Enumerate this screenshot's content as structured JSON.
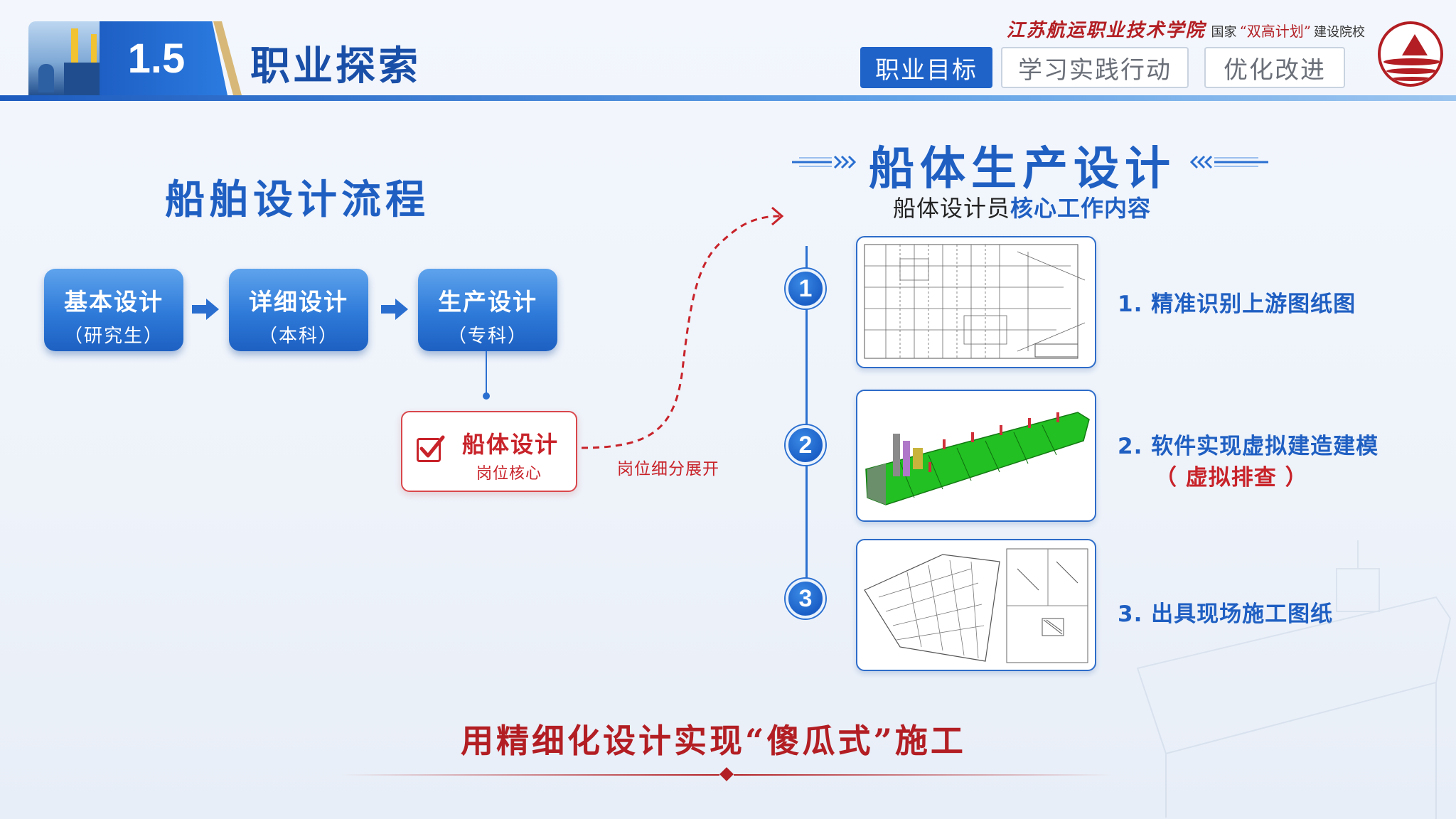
{
  "header": {
    "section_number": "1.5",
    "title": "职业探索",
    "school_name": "江苏航运职业技术学院",
    "school_tag_prefix": "国家",
    "school_tag_program": "“双高计划”",
    "school_tag_suffix": "建设院校",
    "tabs": [
      {
        "label": "职业目标",
        "active": true
      },
      {
        "label": "学习实践行动",
        "active": false
      },
      {
        "label": "优化改进",
        "active": false
      }
    ]
  },
  "flow": {
    "title": "船舶设计流程",
    "steps": [
      {
        "name": "基本设计",
        "level": "（研究生）"
      },
      {
        "name": "详细设计",
        "level": "（本科）"
      },
      {
        "name": "生产设计",
        "level": "（专科）"
      }
    ],
    "core": {
      "title": "船体设计",
      "subtitle": "岗位核心"
    },
    "expand_label": "岗位细分展开"
  },
  "detail": {
    "title": "船体生产设计",
    "subtitle_prefix": "船体设计员",
    "subtitle_emphasis": "核心工作内容",
    "items": [
      {
        "number": "1",
        "text": "1. 精准识别上游图纸图"
      },
      {
        "number": "2",
        "text": "2. 软件实现虚拟建造建模",
        "note": "（ 虚拟排查 ）"
      },
      {
        "number": "3",
        "text": "3. 出具现场施工图纸"
      }
    ]
  },
  "footer": {
    "slogan": "用精细化设计实现“傻瓜式”施工"
  },
  "colors": {
    "primary_blue": "#1f5fc2",
    "accent_red": "#c8232a",
    "model_green": "#22c022"
  }
}
